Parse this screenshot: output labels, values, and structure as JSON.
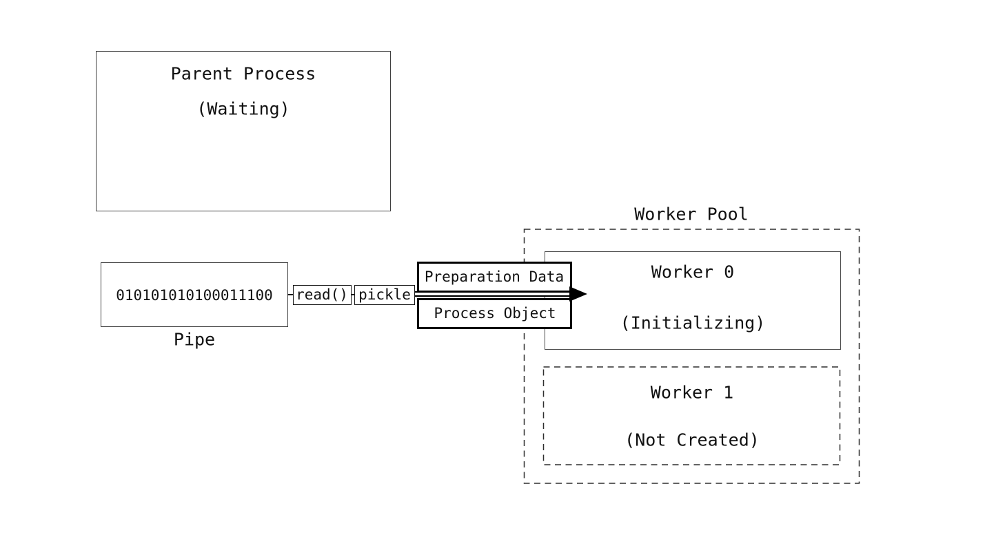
{
  "diagram": {
    "parent_process": {
      "title": "Parent Process",
      "status": "(Waiting)"
    },
    "pipe": {
      "content": "010101010100011100",
      "caption": "Pipe"
    },
    "read_call": {
      "label": "read()"
    },
    "pickle": {
      "label": "pickle"
    },
    "payload": {
      "preparation_data": "Preparation Data",
      "process_object": "Process Object"
    },
    "worker_pool": {
      "title": "Worker Pool",
      "workers": [
        {
          "name": "Worker 0",
          "status": "(Initializing)"
        },
        {
          "name": "Worker 1",
          "status": "(Not Created)"
        }
      ]
    }
  },
  "colors": {
    "background": "#ffffff",
    "text": "#111111",
    "thin_border": "#3f3f3f",
    "bold_border": "#000000",
    "dashed_border": "#2f2f2f"
  }
}
